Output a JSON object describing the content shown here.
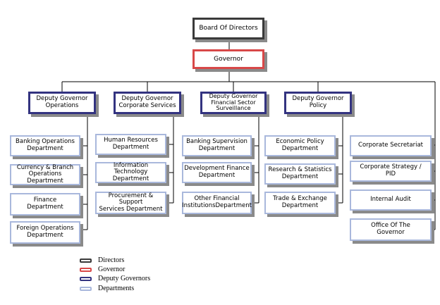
{
  "org": {
    "board": "Board Of Directors",
    "governor": "Governor",
    "deputies": {
      "operations": "Deputy Governor\nOperations",
      "corporate_services": "Deputy Governor\nCorporate Services",
      "surveillance": "Deputy Governor\nFinancial Sector\nSurveillance",
      "policy": "Deputy Governor\nPolicy"
    },
    "departments": {
      "operations": [
        "Banking Operations\nDepartment",
        "Currency & Branch\nOperations Department",
        "Finance\nDepartment",
        "Foreign Operations\nDepartment"
      ],
      "corporate_services": [
        "Human Resources\nDepartment",
        "Information Technology\nDepartment",
        "Procurement & Support\nServices Department"
      ],
      "surveillance": [
        "Banking Supervision\nDepartment",
        "Development Finance\nDepartment",
        "Other Financial\nInstitutionsDepartment"
      ],
      "policy": [
        "Economic Policy\nDepartment",
        "Research & Statistics\nDepartment",
        "Trade & Exchange\nDepartment"
      ],
      "governor_direct": [
        "Corporate Secretariat",
        "Corporate Strategy /\nPID",
        "Internal Audit",
        "Office Of The\nGovernor"
      ]
    }
  },
  "legend": [
    {
      "label": "Directors",
      "color": "#3a3a3a"
    },
    {
      "label": "Governor",
      "color": "#d84848"
    },
    {
      "label": "Deputy Governors",
      "color": "#333380"
    },
    {
      "label": "Departments",
      "color": "#a9b8dc"
    }
  ]
}
